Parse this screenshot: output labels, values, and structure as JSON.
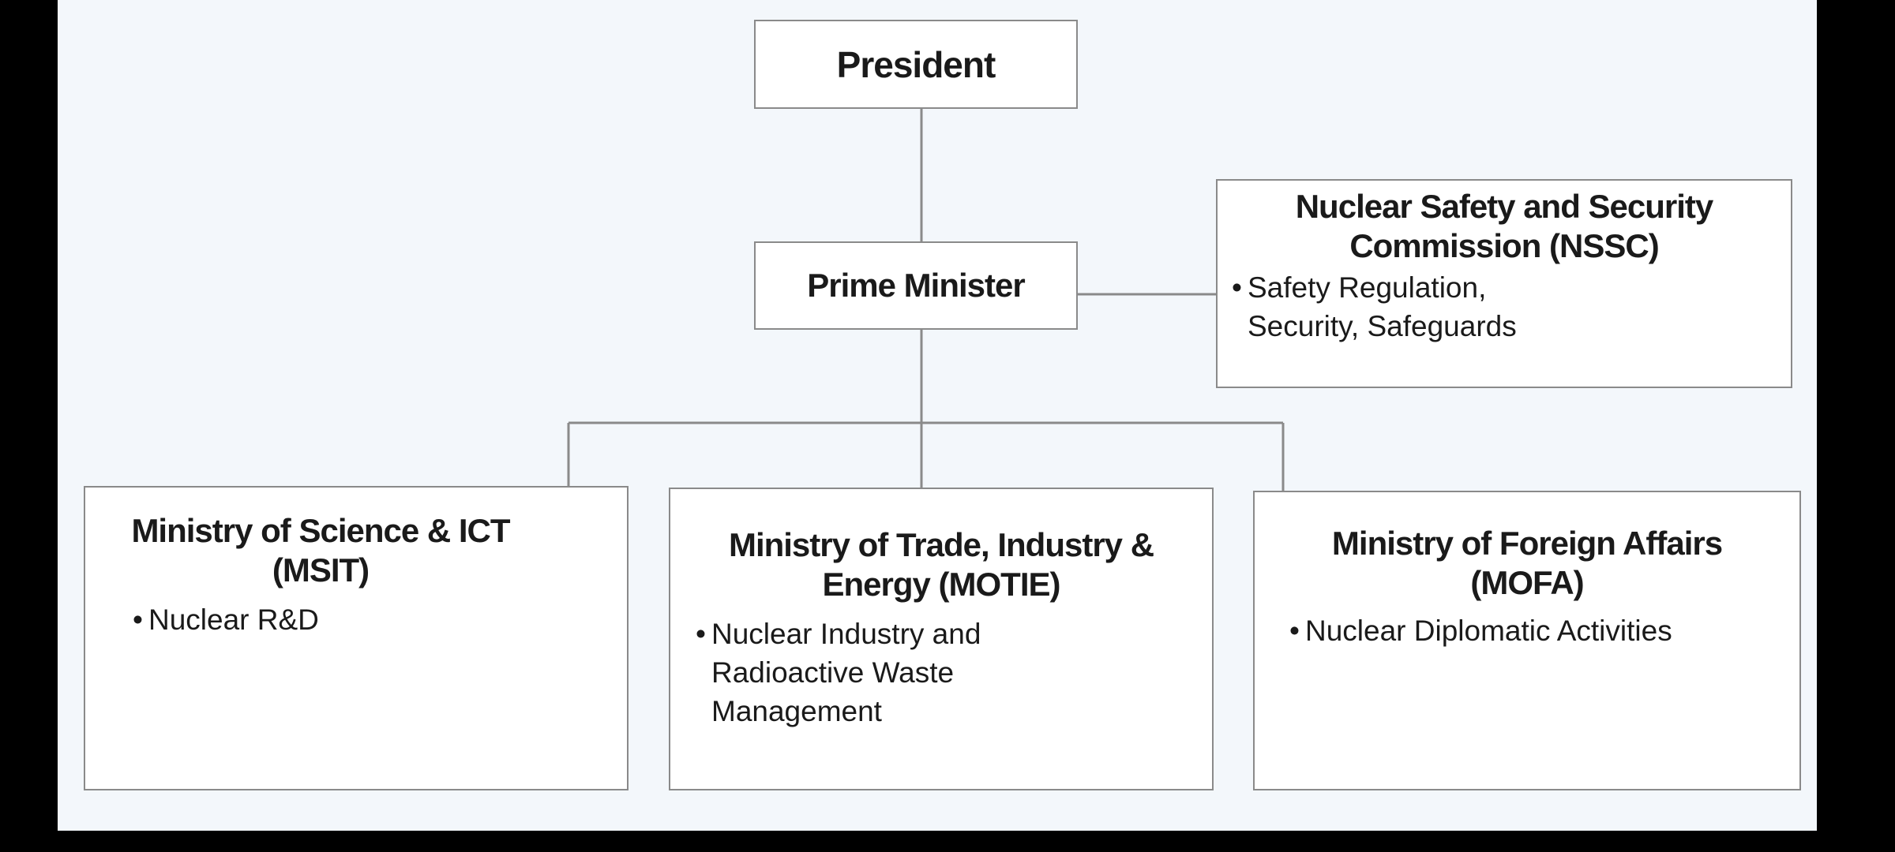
{
  "colors": {
    "line": "#8a8a8a",
    "box_border": "#8a8a8a",
    "canvas": "#f3f7fb",
    "frame": "#000000"
  },
  "president": {
    "title": "President"
  },
  "prime_minister": {
    "title": "Prime Minister"
  },
  "nssc": {
    "title_line1": "Nuclear Safety and Security",
    "title_line2": "Commission (NSSC)",
    "bullet_line1": "Safety Regulation,",
    "bullet_line2": "Security, Safeguards"
  },
  "msit": {
    "title_line1": "Ministry of Science & ICT",
    "title_line2": "(MSIT)",
    "bullet_line1": "Nuclear R&D"
  },
  "motie": {
    "title_line1": "Ministry of Trade, Industry &",
    "title_line2": "Energy (MOTIE)",
    "bullet_line1": "Nuclear Industry and",
    "bullet_line2": "Radioactive Waste",
    "bullet_line3": "Management"
  },
  "mofa": {
    "title_line1": "Ministry of Foreign Affairs",
    "title_line2": "(MOFA)",
    "bullet_line1": "Nuclear Diplomatic Activities"
  }
}
